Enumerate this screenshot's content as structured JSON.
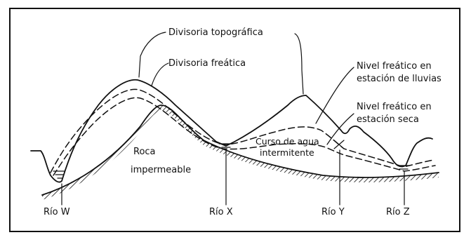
{
  "labels": {
    "divisoria_topografica": "Divisoria topográfica",
    "divisoria_freatica": "Divisoria freática",
    "nivel_lluvias_1": "Nivel freático en",
    "nivel_lluvias_2": "estación de lluvias",
    "nivel_seca_1": "Nivel freático en",
    "nivel_seca_2": "estación seca",
    "curso_1": "Curso de agua",
    "curso_2": "intermitente",
    "roca_1": "Roca",
    "roca_2": "impermeable",
    "rio_w": "Río W",
    "rio_x": "Río X",
    "rio_y": "Río Y",
    "rio_z": "Río Z"
  }
}
